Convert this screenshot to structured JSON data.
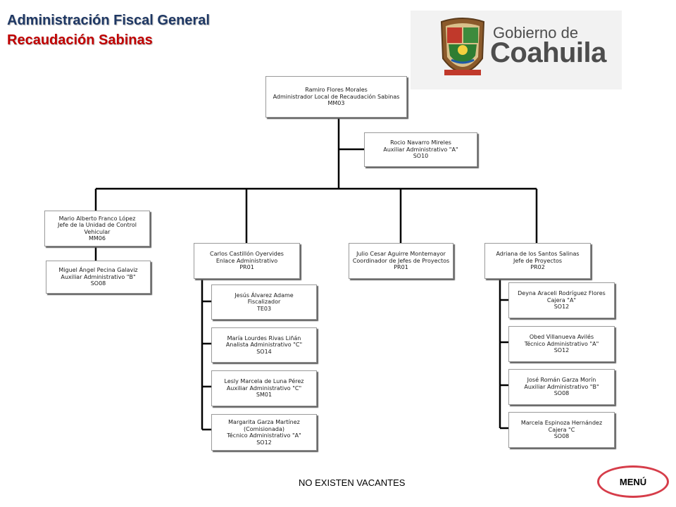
{
  "header": {
    "title": "Administración Fiscal General",
    "subtitle": "Recaudación Sabinas"
  },
  "logo": {
    "line1": "Gobierno de",
    "line2": "Coahuila"
  },
  "org": {
    "head": {
      "name": "Ramiro Flores Morales",
      "role": "Administrador  Local de Recaudación Sabinas",
      "code": "MM03"
    },
    "assistant": {
      "name": "Rocio Navarro Mireles",
      "role": "Auxiliar  Administrativo  \"A\"",
      "code": "SO10"
    },
    "branches": [
      {
        "name": "Mario Alberto  Franco López",
        "role": "Jefe de la Unidad de Control Vehicular",
        "code": "MM06",
        "reports": [
          {
            "name": "Miguel Ángel Pecina Galaviz",
            "role": "Auxiliar  Administrativo  \"B\"",
            "code": "SO08"
          }
        ]
      },
      {
        "name": "Carlos  Castillón  Oyervides",
        "role": "Enlace Administrativo",
        "code": "PR01",
        "reports": [
          {
            "name": "Jesús Álvarez Adame",
            "role": "Fiscalizador",
            "code": "TE03"
          },
          {
            "name": "María  Lourdes  Rivas Liñán",
            "role": "Analista  Administrativo  \"C\"",
            "code": "SO14"
          },
          {
            "name": "Lesly Marcela de Luna Pérez",
            "role": "Auxiliar  Administrativo  \"C\"",
            "code": "SM01"
          },
          {
            "name": "Margarita  Garza Martínez",
            "role2": "(Comisionada)",
            "role": "Técnico  Administrativo  \"A\"",
            "code": "SO12"
          }
        ]
      },
      {
        "name": "Julio Cesar Aguirre  Montemayor",
        "role": "Coordinador  de Jefes de Proyectos",
        "code": "PR01",
        "reports": []
      },
      {
        "name": "Adriana de los Santos Salinas",
        "role": "Jefe de Proyectos",
        "code": "PR02",
        "reports": [
          {
            "name": "Deyna Araceli Rodríguez Flores",
            "role": "Cajera \"A\"",
            "code": "SO12"
          },
          {
            "name": "Obed Villanueva Avilés",
            "role": "Técnico  Administrativo  \"A\"",
            "code": "SO12"
          },
          {
            "name": "José Román Garza Morín",
            "role": "Auxiliar  Administrativo  \"B\"",
            "code": "SO08"
          },
          {
            "name": "Marcela Espinoza  Hernández",
            "role": "Cajera \"C",
            "code": "SO08"
          }
        ]
      }
    ]
  },
  "footer": {
    "vacancies": "NO EXISTEN VACANTES",
    "menu_label": "MENÚ"
  },
  "colors": {
    "title": "#1f3864",
    "subtitle": "#c00000",
    "menu_border": "#d63d4a",
    "connector": "#000000"
  }
}
